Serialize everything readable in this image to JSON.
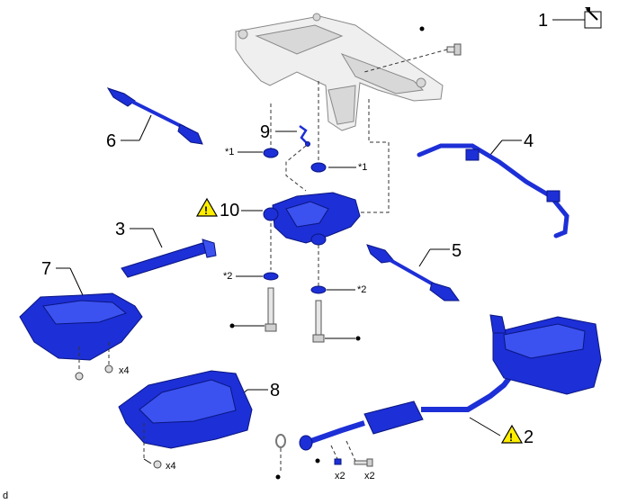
{
  "callouts": {
    "c1": "1",
    "c2": "2",
    "c3": "3",
    "c4": "4",
    "c5": "5",
    "c6": "6",
    "c7": "7",
    "c8": "8",
    "c9": "9",
    "c10": "10"
  },
  "notes": {
    "star1_left": "*1",
    "star1_right": "*1",
    "star2_left": "*2",
    "star2_right": "*2",
    "x4_heatshield_front": "x4",
    "x4_heatshield_rear": "x4",
    "x2_bolt": "x2",
    "x2_nut": "x2"
  },
  "corner_letter": "d",
  "icons": [
    "warning-icon",
    "non-reusable-part-icon",
    "precoated-part-dot"
  ],
  "colors": {
    "part": "#1d2fd6",
    "frame": "#efefef",
    "warning": "#ffee00"
  }
}
